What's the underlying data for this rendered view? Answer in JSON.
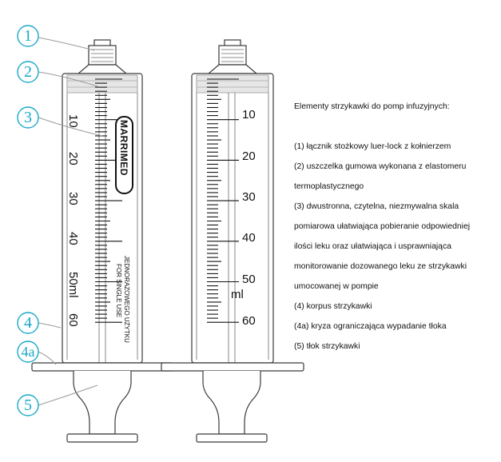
{
  "callouts": [
    "1",
    "2",
    "3",
    "4",
    "4a",
    "5"
  ],
  "left_syringe": {
    "scale_numbers": [
      "10",
      "20",
      "30",
      "40",
      "50ml",
      "60"
    ],
    "brand": "MARRIMED",
    "side_text": [
      "JEDNORAZOWEGO UŻYTKU",
      "FOR SINGLE USE"
    ]
  },
  "right_syringe": {
    "scale_numbers": [
      "10",
      "20",
      "30",
      "40",
      "50",
      "60"
    ],
    "unit": "ml"
  },
  "legend": {
    "title": "Elementy strzykawki do pomp infuzyjnych:",
    "lines": [
      "(1) łącznik stożkowy luer-lock z kołnierzem",
      "(2) uszczelka gumowa wykonana z elastomeru",
      "termoplastycznego",
      "(3) dwustronna, czytelna, niezmywalna skala",
      "pomiarowa ułatwiająca pobieranie odpowiedniej",
      "ilości leku oraz ułatwiająca i usprawniająca",
      "monitorowanie dozowanego leku ze strzykawki",
      "umocowanej w pompie",
      "(4) korpus strzykawki",
      "(4a) kryza ograniczająca wypadanie tłoka",
      "(5) tłok strzykawki"
    ]
  }
}
